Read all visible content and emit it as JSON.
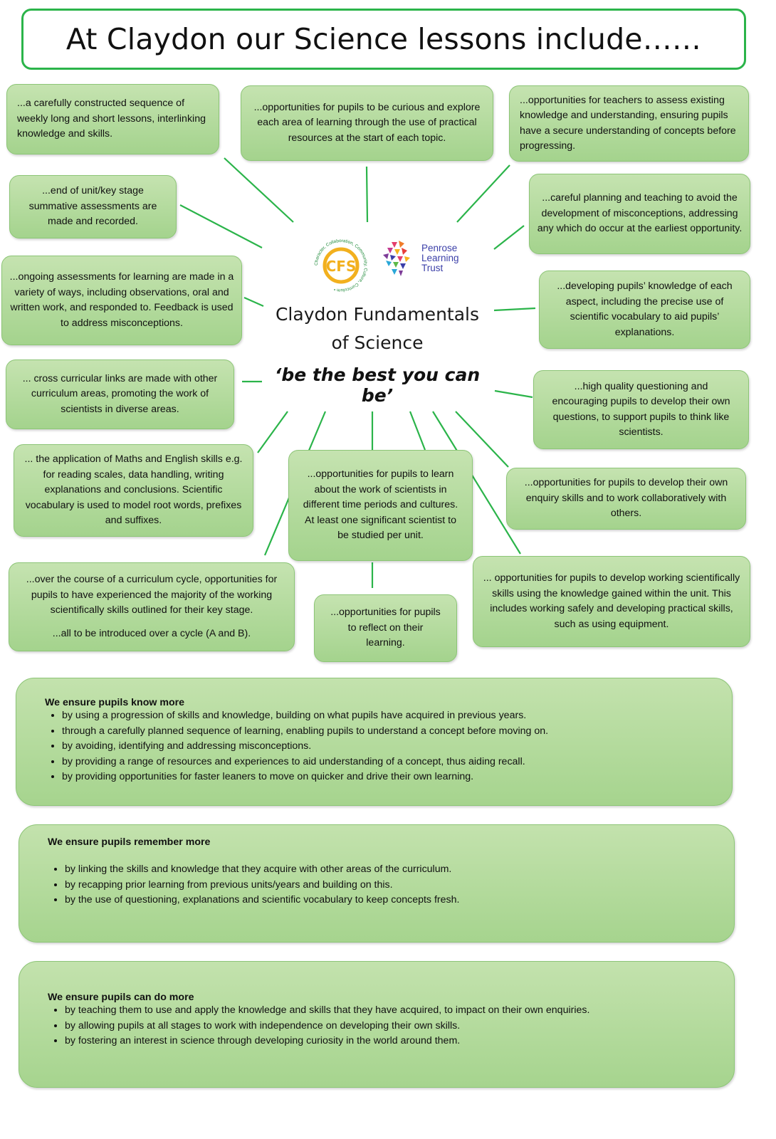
{
  "title": "At Claydon our Science lessons include……",
  "center": {
    "title_line1": "Claydon Fundamentals",
    "title_line2": "of Science",
    "motto": "‘be the best you can be’"
  },
  "logos": {
    "cfs_letters": "CFS",
    "cfs_ring": "Character, Collaboration, Community, Culture, Curriculum •",
    "penrose": [
      "Penrose",
      "Learning",
      "Trust"
    ]
  },
  "boxes": [
    {
      "id": "sequence",
      "text": "...a carefully constructed sequence of weekly long and short lessons, interlinking knowledge and skills."
    },
    {
      "id": "curious",
      "text": "...opportunities for pupils to be curious and explore each area of learning through the use of practical resources at the start of each topic."
    },
    {
      "id": "assess",
      "text": "...opportunities for teachers to assess existing knowledge and understanding, ensuring pupils have a secure understanding of concepts before progressing."
    },
    {
      "id": "summative",
      "text": "...end of unit/key stage summative assessments are made and recorded."
    },
    {
      "id": "misconceptions",
      "text": "...careful planning and teaching to avoid the development of misconceptions, addressing any which do occur at the earliest opportunity."
    },
    {
      "id": "ongoing",
      "text": "...ongoing assessments for learning are made in a variety of ways, including observations, oral and written work, and responded to. Feedback is used to address misconceptions."
    },
    {
      "id": "vocabulary",
      "text": "...developing pupils’ knowledge of each aspect, including the precise use of scientific vocabulary to aid pupils’ explanations."
    },
    {
      "id": "cross",
      "text": "... cross curricular links are made with other curriculum areas, promoting the work of scientists in diverse areas."
    },
    {
      "id": "questioning",
      "text": "...high quality questioning and encouraging pupils to develop their own questions, to support pupils to think like scientists."
    },
    {
      "id": "maths",
      "text": "... the application of Maths and English skills e.g. for reading scales, data handling, writing explanations and conclusions. Scientific vocabulary is used to model root words, prefixes and suffixes."
    },
    {
      "id": "scientists",
      "text": "...opportunities for pupils to learn about the work of scientists in different time periods and cultures. At least one significant scientist to be studied per unit."
    },
    {
      "id": "enquiry",
      "text": "...opportunities for pupils to develop their own enquiry skills and to work collaboratively with others."
    },
    {
      "id": "cycle",
      "text": "...over the course of a curriculum cycle, opportunities for pupils to have experienced the majority of the working scientifically skills outlined for their key stage.",
      "text2": "...all to be introduced over a cycle (A and B)."
    },
    {
      "id": "reflect",
      "text": "...opportunities for pupils to reflect on their learning."
    },
    {
      "id": "working",
      "text": "... opportunities for pupils to develop working scientifically skills using the knowledge gained within the unit.  This includes working safely and developing practical skills, such as using equipment."
    }
  ],
  "know_more": {
    "heading": "We ensure pupils know more",
    "items": [
      "by using a progression of skills and knowledge, building on what pupils have acquired in previous years.",
      "through a carefully planned sequence of learning, enabling pupils to understand a concept before moving on.",
      "by avoiding, identifying and addressing misconceptions.",
      "by providing a range of resources and experiences to aid understanding of a concept, thus aiding recall.",
      "by providing opportunities for faster leaners to move on quicker and drive their own learning."
    ]
  },
  "remember_more": {
    "heading": "We ensure pupils remember more",
    "items": [
      "by linking the skills and knowledge that they acquire with other areas of the curriculum.",
      "by recapping prior learning from previous units/years and building on this.",
      "by the use of questioning, explanations and scientific vocabulary to keep concepts fresh."
    ]
  },
  "do_more": {
    "heading": "We ensure pupils can do more",
    "items": [
      "by teaching them to use and apply the knowledge and skills that they have acquired, to impact on their own enquiries.",
      "by allowing pupils at all stages to work with independence on developing their own skills.",
      "by fostering an interest in science through developing curiosity in the world around them."
    ]
  },
  "colors": {
    "accent_green": "#2bb44a",
    "box_green": "#a4d38d",
    "cfs_gold": "#f2b01e",
    "penrose_blue": "#3b3fa8"
  }
}
